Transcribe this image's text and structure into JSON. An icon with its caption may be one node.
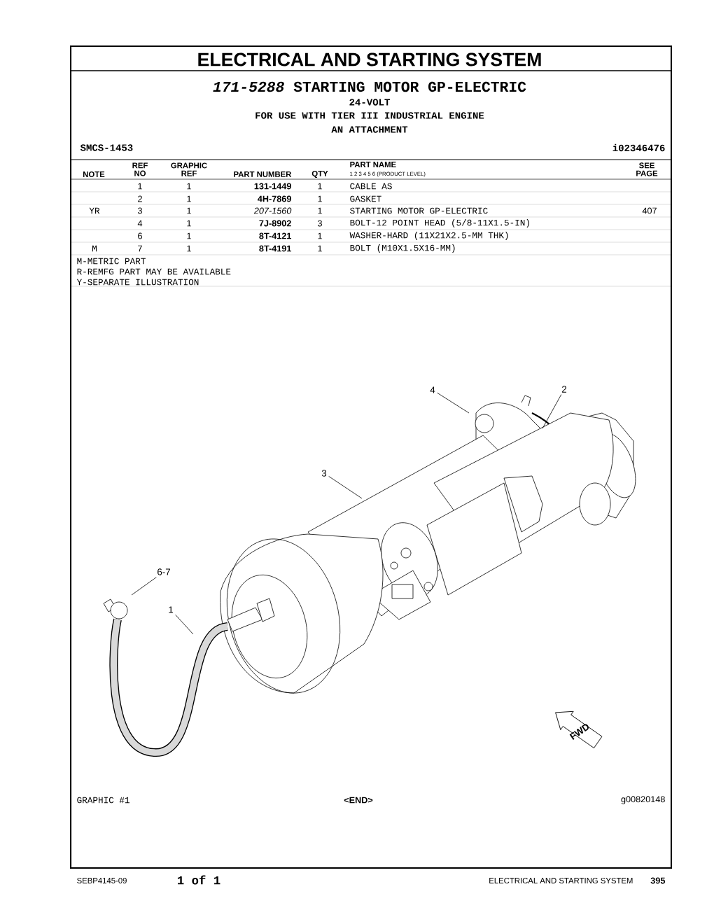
{
  "diagram": {
    "title": "ELECTRICAL AND STARTING SYSTEM",
    "nodes": [
      {
        "text": [
          "4"
        ]
      },
      {
        "text": [
          "2"
        ]
      },
      {
        "text": [
          "3"
        ]
      },
      {
        "text": [
          "6-7"
        ]
      },
      {
        "text": [
          "1"
        ]
      }
    ],
    "edges": [
      {
        "from": 0,
        "to": null,
        "arrow": "none"
      },
      {
        "from": 1,
        "to": null,
        "arrow": "none"
      },
      {
        "from": 2,
        "to": null,
        "arrow": "none"
      },
      {
        "from": 3,
        "to": null,
        "arrow": "none"
      },
      {
        "from": 4,
        "to": null,
        "arrow": "none"
      }
    ],
    "labels": [
      "*171-5288* STARTING MOTOR GP-ELECTRIC",
      "24-VOLT",
      "FOR USE WITH TIER III INDUSTRIAL ENGINE",
      "AN ATTACHMENT",
      "SMCS-1453",
      "i02346476",
      "NOTE",
      "REF NO",
      "GRAPHIC REF",
      "PART NUMBER",
      "QTY",
      "PART NAME",
      "1 2 3 4 5 6 (PRODUCT LEVEL)",
      "SEE PAGE",
      "1",
      "1",
      "131-1449",
      "1",
      "CABLE AS",
      "2",
      "1",
      "4H-7869",
      "1",
      "GASKET",
      "YR",
      "3",
      "1",
      "207-1560",
      "1",
      "STARTING MOTOR GP-ELECTRIC",
      "407",
      "4",
      "1",
      "7J-8902",
      "3",
      "BOLT-12 POINT HEAD (5/8-11X1.5-IN)",
      "6",
      "1",
      "8T-4121",
      "1",
      "WASHER-HARD (11X21X2.5-MM THK)",
      "M",
      "7",
      "1",
      "8T-4191",
      "1",
      "BOLT (M10X1.5X16-MM)",
      "M-METRIC PART",
      "R-REMFG PART MAY BE AVAILABLE",
      "Y-SEPARATE ILLUSTRATION",
      "FWD",
      "GRAPHIC #1",
      "<END>",
      "g00820148",
      "SEBP4145-09",
      "1 of 1",
      "ELECTRICAL AND STARTING SYSTEM",
      "395"
    ]
  }
}
